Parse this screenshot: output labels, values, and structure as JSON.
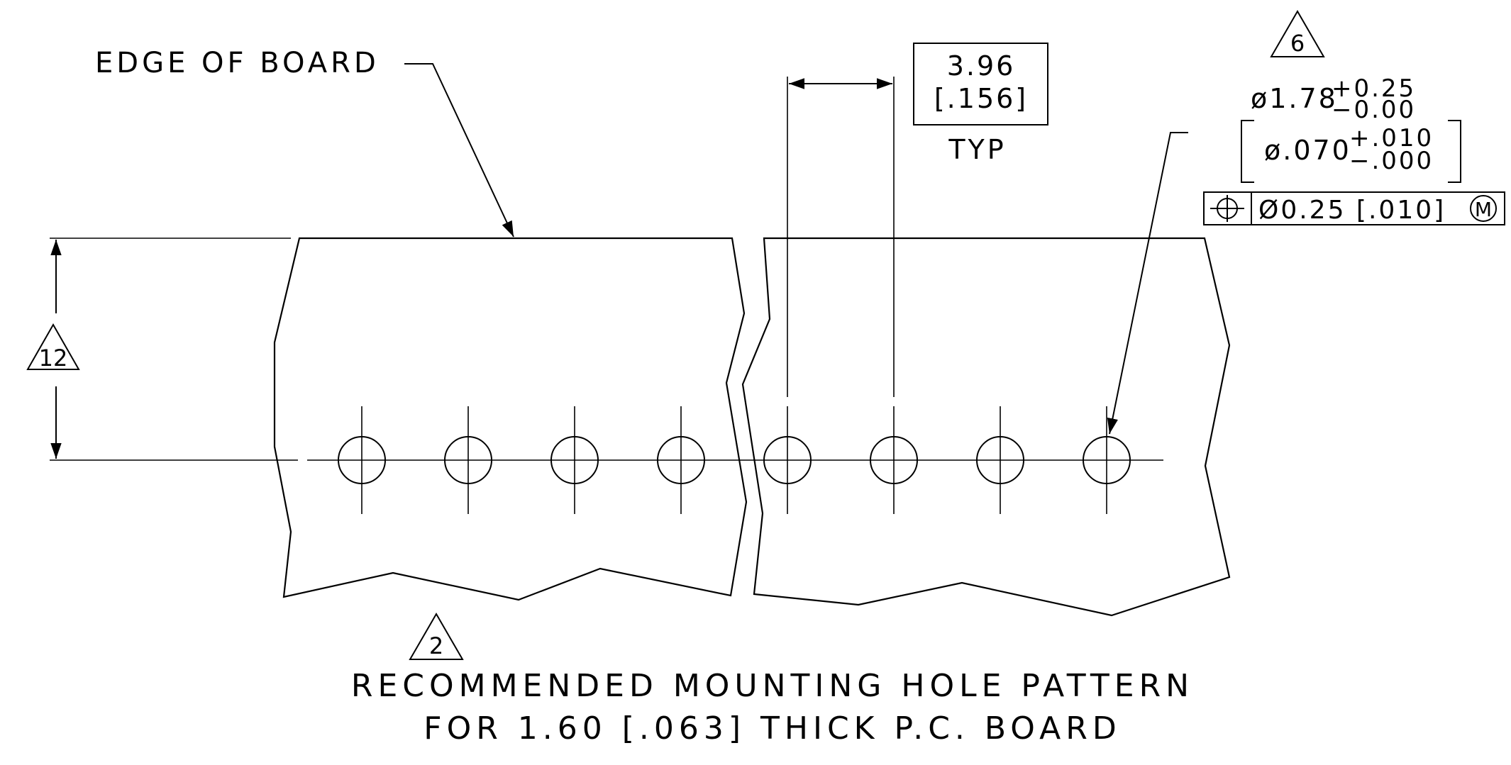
{
  "edge_label": "EDGE OF BOARD",
  "pitch": {
    "mm": "3.96",
    "inch": "[.156]",
    "qualifier": "TYP"
  },
  "hole_callout": {
    "note_number": "6",
    "mm_nominal": "ø1.78",
    "mm_tol_plus": "+0.25",
    "mm_tol_minus": "−0.00",
    "inch_nominal": "ø.070",
    "inch_tol_plus": "+.010",
    "inch_tol_minus": "−.000",
    "position_symbol": "⌖",
    "position_tolerance": "Ø0.25 [.010]",
    "modifier": "M"
  },
  "height_note": "12",
  "pattern_note": "2",
  "title_line1": "RECOMMENDED MOUNTING HOLE PATTERN",
  "title_line2": "FOR 1.60 [.063] THICK P.C. BOARD",
  "hole_count": 8
}
